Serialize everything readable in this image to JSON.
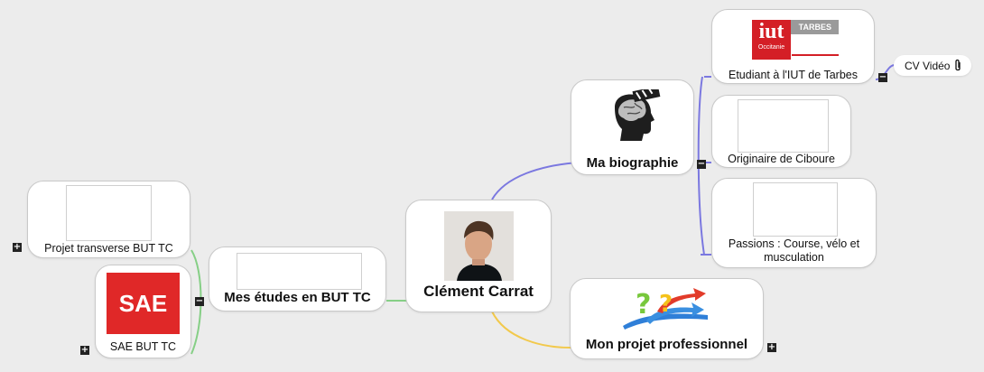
{
  "central": {
    "label": "Clément Carrat",
    "photo_icon": "portrait-photo"
  },
  "branches": {
    "biography": {
      "label": "Ma biographie",
      "icon": "brain-clapperboard-icon",
      "toggle": "−"
    },
    "studies": {
      "label": "Mes études en BUT TC",
      "toggle": "−"
    },
    "project": {
      "label": "Mon projet professionnel",
      "icon": "question-arrows-icon",
      "toggle": "+"
    }
  },
  "bio_children": {
    "iut": {
      "label": "Etudiant à l'IUT de Tarbes",
      "logo_text": "iut",
      "logo_sub": "Occitanie",
      "logo_tag": "TARBES",
      "toggle": "−"
    },
    "origin": {
      "label": "Originaire de Ciboure"
    },
    "passions": {
      "label": "Passions : Course, vélo et musculation"
    }
  },
  "cv": {
    "label": "CV Vidéo",
    "icon": "paperclip-icon"
  },
  "study_children": {
    "projet": {
      "label": "Projet transverse BUT TC",
      "toggle": "+"
    },
    "sae": {
      "label": "SAE BUT TC",
      "logo_text": "SAE",
      "toggle": "+"
    }
  },
  "colors": {
    "biography_link": "#7b78e0",
    "studies_link": "#86cf86",
    "project_link": "#f2c94c",
    "sae_red": "#e02828",
    "iut_red": "#d41f26",
    "background": "#ececec"
  }
}
